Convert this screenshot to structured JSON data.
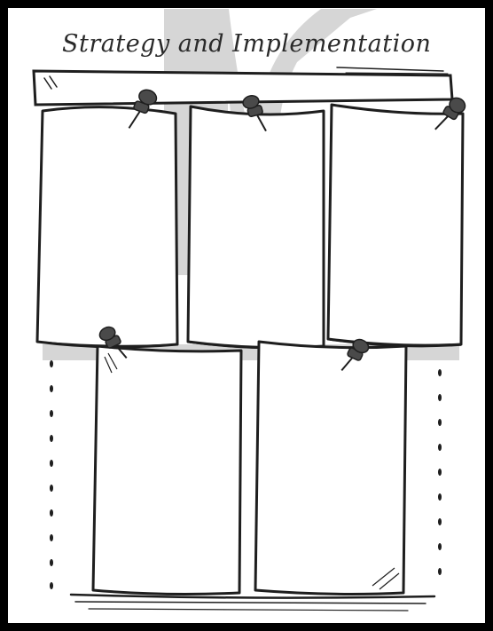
{
  "page": {
    "title": "Strategy and Implementation",
    "style": "hand-drawn sketch worksheet",
    "colors": {
      "border": "#000000",
      "background": "#ffffff",
      "watermark": "#d6d6d6",
      "ink": "#1e1e1e",
      "pin": "#4a4a4a"
    }
  },
  "board": {
    "top_row_notes": 3,
    "bottom_row_notes": 2,
    "pins": 5,
    "note_content": ""
  }
}
